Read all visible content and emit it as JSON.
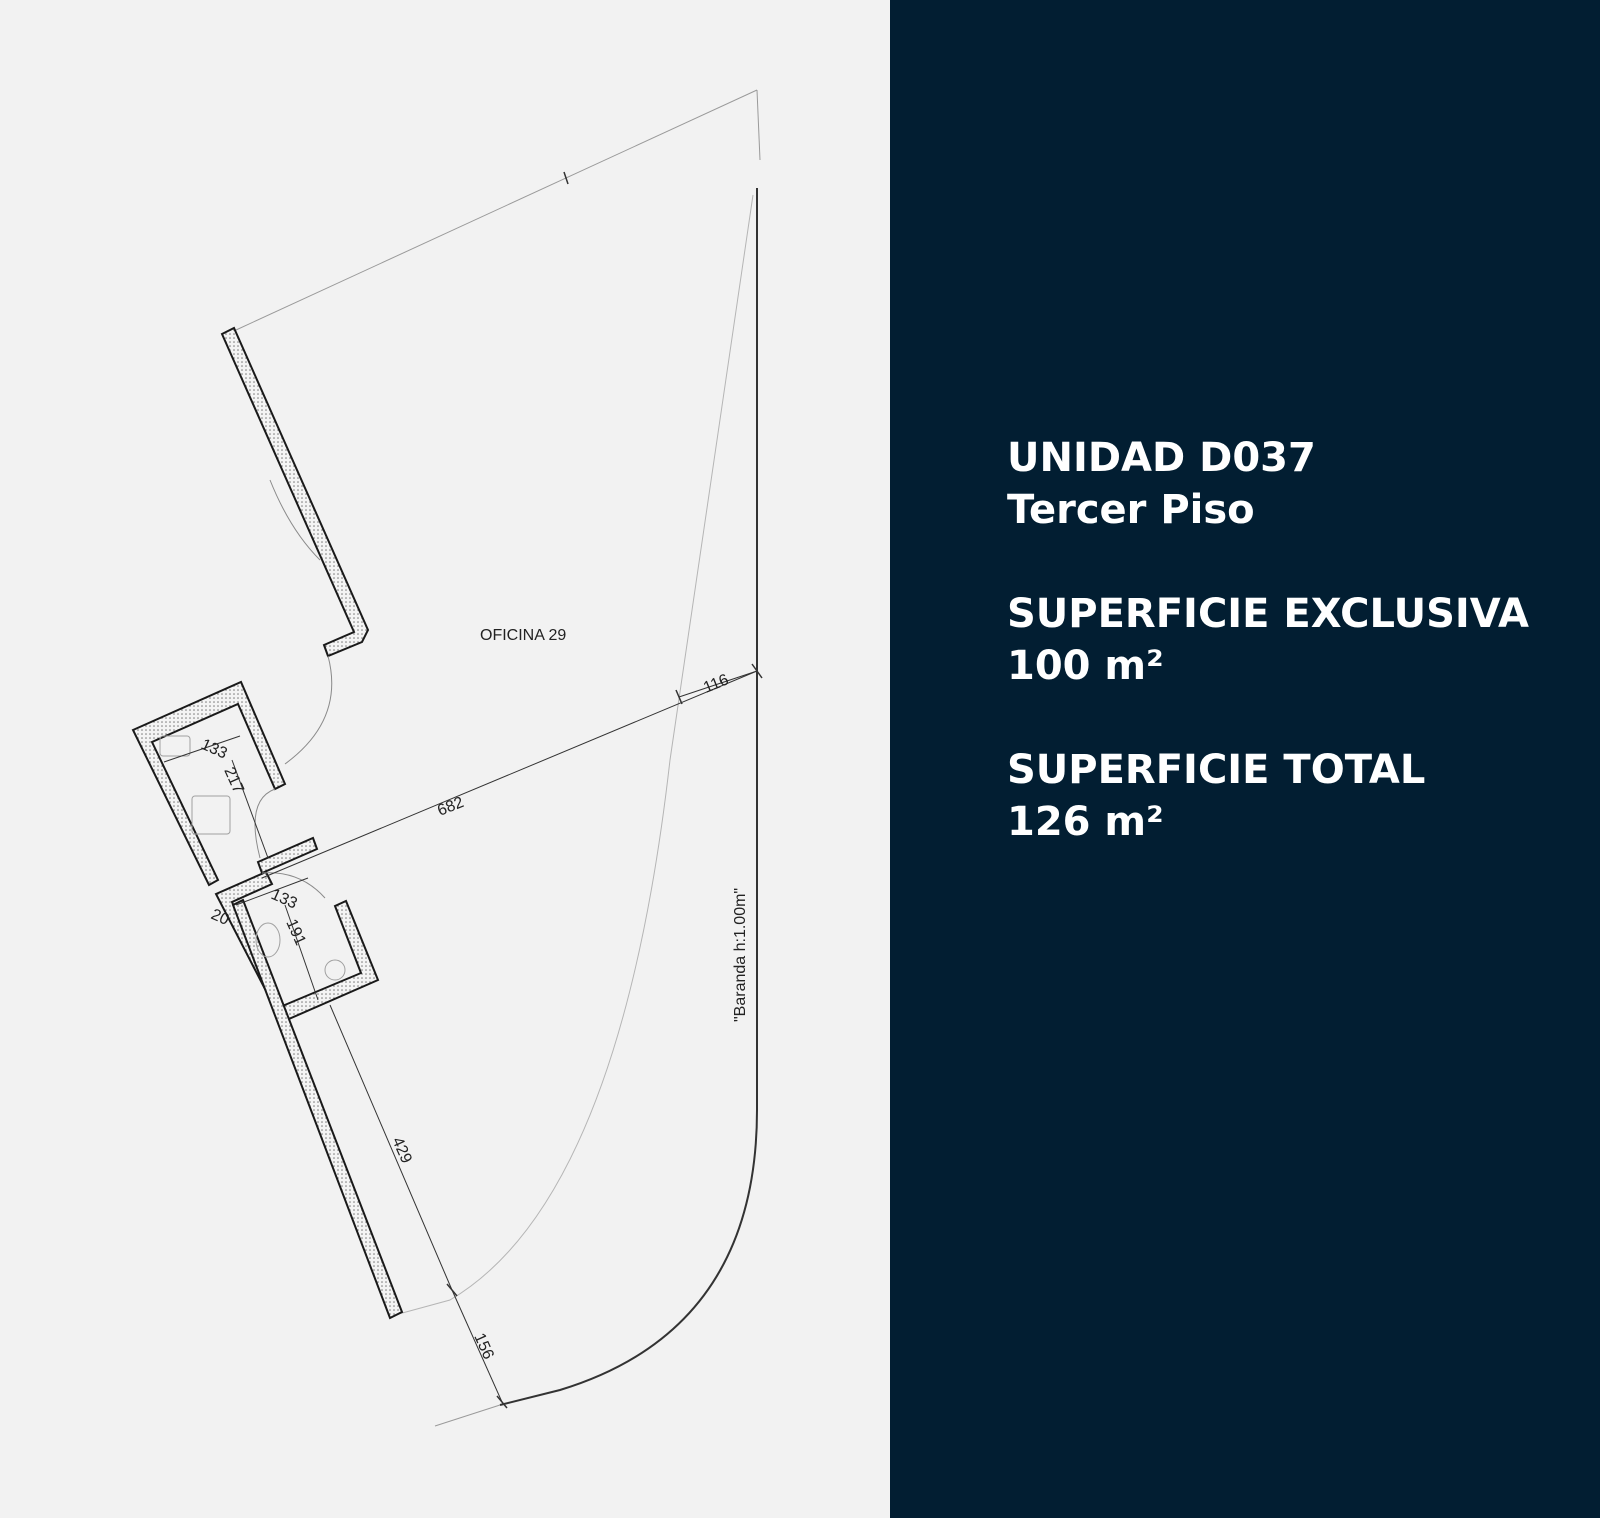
{
  "plan": {
    "room_label": "OFICINA 29",
    "railing_label": "\"Baranda h:1.00m\"",
    "dimensions": {
      "d116": "116",
      "d682": "682",
      "d133a": "133",
      "d217": "217",
      "d133b": "133",
      "d20": "20",
      "d191": "191",
      "d429": "429",
      "d156": "156"
    }
  },
  "info": {
    "unit_title": "UNIDAD D037",
    "floor": "Tercer Piso",
    "exclusive_label": "SUPERFICIE EXCLUSIVA",
    "exclusive_value": "100 m²",
    "total_label": "SUPERFICIE TOTAL",
    "total_value": "126 m²"
  },
  "colors": {
    "panel_background": "#021e32",
    "plan_background": "#f2f2f2",
    "text_light": "#ffffff",
    "line_dark": "#1a1a1a"
  }
}
